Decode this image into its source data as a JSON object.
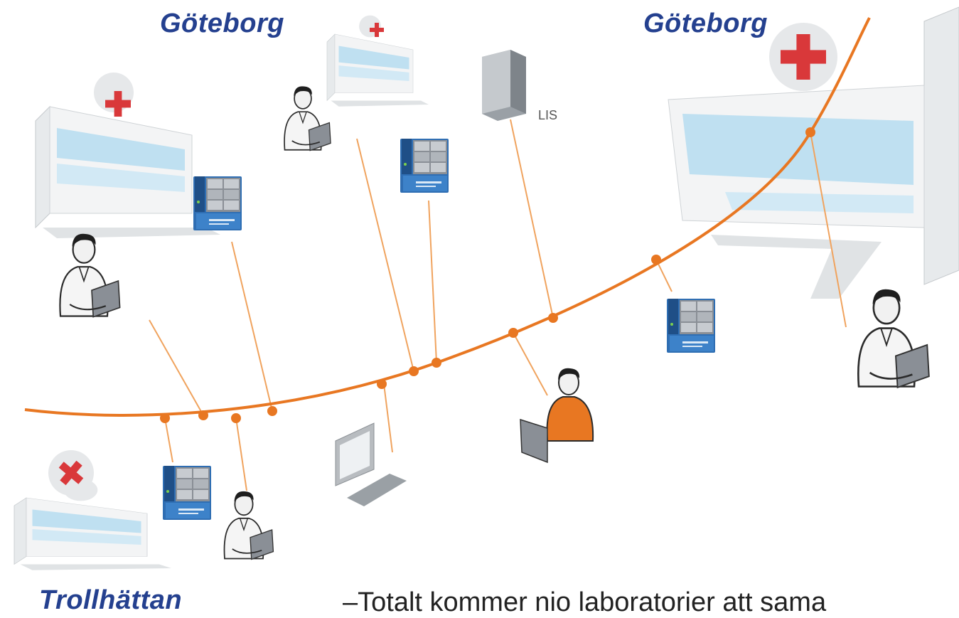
{
  "labels": {
    "city_top_left": "Göteborg",
    "city_top_right": "Göteborg",
    "city_bottom_left": "Trollhättan",
    "server_label": "LIS",
    "bullet_dash": "–",
    "bullet_text": "Totalt kommer nio laboratorier att sama"
  },
  "colors": {
    "network": "#e87722",
    "city_text": "#24408f",
    "building_glass": "#bfe0f1",
    "analyzer_blue": "#2f6eb3",
    "cross_red": "#d9383a"
  }
}
